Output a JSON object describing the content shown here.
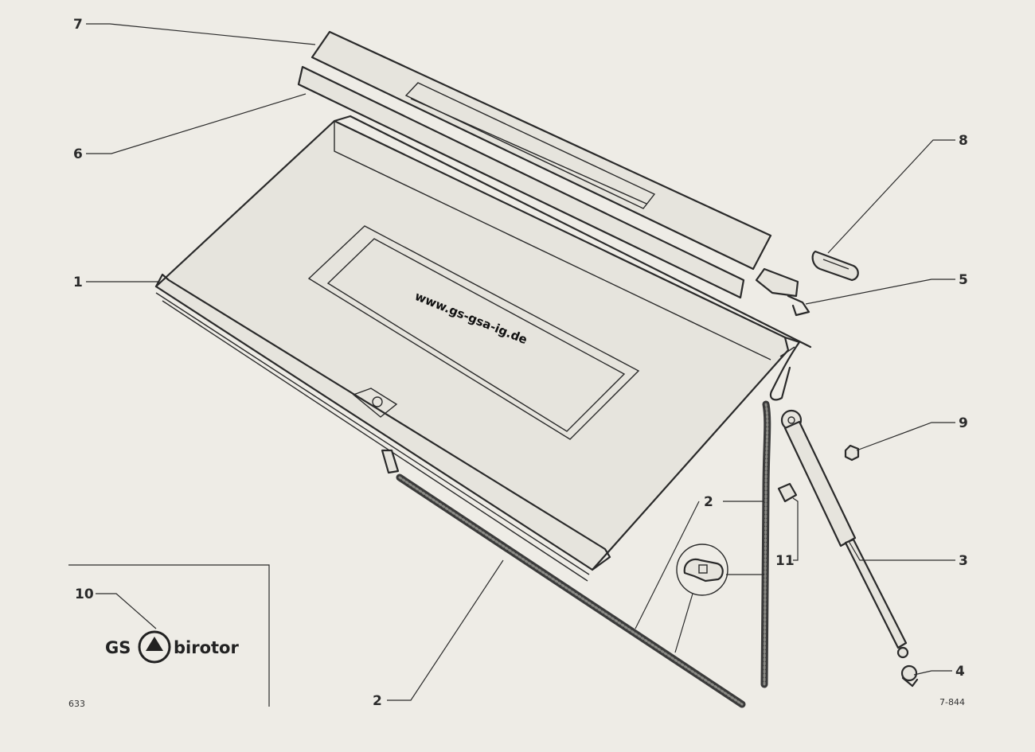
{
  "callouts": {
    "c1": "1",
    "c2a": "2",
    "c2b": "2",
    "c3": "3",
    "c4": "4",
    "c5": "5",
    "c6": "6",
    "c7": "7",
    "c8": "8",
    "c9": "9",
    "c10": "10",
    "c11": "11"
  },
  "watermark": "www.gs-gsa-ig.de",
  "logo": {
    "left": "GS",
    "right": "birotor"
  },
  "page_number": "633",
  "drawing_ref": "7-844"
}
